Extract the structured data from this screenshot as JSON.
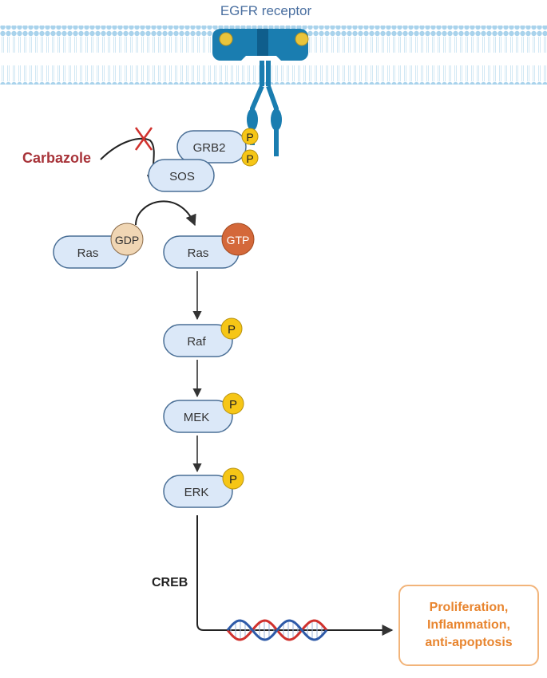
{
  "receptor": {
    "label": "EGFR receptor"
  },
  "inhibitor": {
    "label": "Carbazole"
  },
  "adaptors": {
    "grb2": "GRB2",
    "sos": "SOS"
  },
  "ras": {
    "inactive_label": "Ras",
    "gdp": "GDP",
    "active_label": "Ras",
    "gtp": "GTP"
  },
  "cascade": {
    "raf": "Raf",
    "mek": "MEK",
    "erk": "ERK"
  },
  "phospho": "P",
  "tf": {
    "label": "CREB"
  },
  "outcome": {
    "line1": "Proliferation,",
    "line2": "Inflammation,",
    "line3": "anti-apoptosis"
  },
  "colors": {
    "membrane": "#b9dcef",
    "protein_fill": "#dbe8f8",
    "protein_stroke": "#4a6f96",
    "phospho_fill": "#f6c616",
    "receptor": "#1a7db0",
    "inhibitor": "#a8343a",
    "gdp_fill": "#f0d6b4",
    "gtp_fill": "#d4683a",
    "dna_red": "#d0312d",
    "dna_blue": "#2e5aa8",
    "outcome_text": "#e8852f"
  }
}
